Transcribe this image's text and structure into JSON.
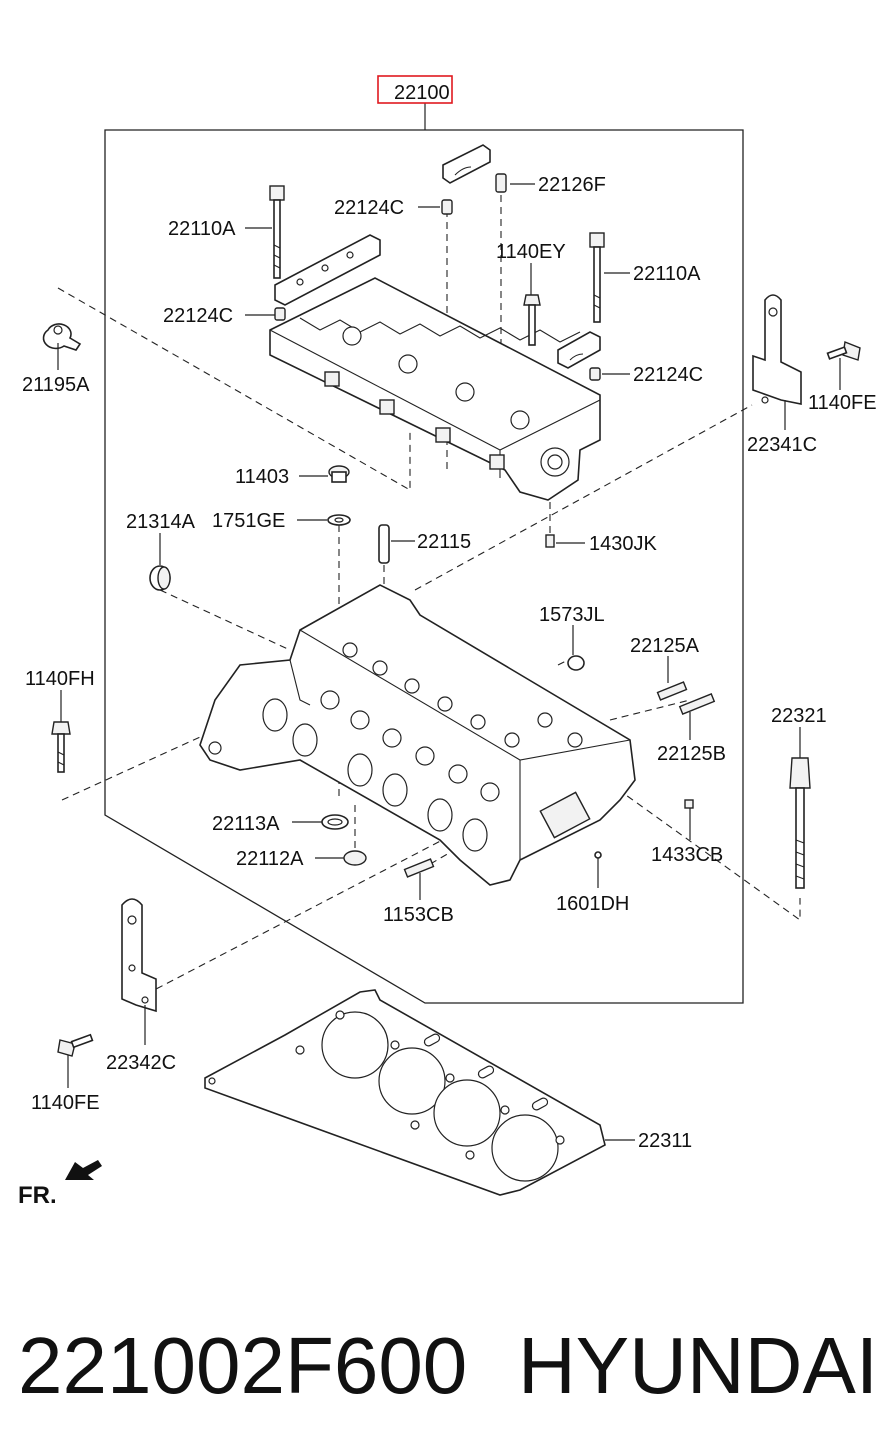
{
  "labels": {
    "l22100": "22100",
    "l22126F": "22126F",
    "l22124C_a": "22124C",
    "l22110A_a": "22110A",
    "l1140EY": "1140EY",
    "l22110A_b": "22110A",
    "l22124C_b": "22124C",
    "l21195A": "21195A",
    "l22124C_c": "22124C",
    "l1140FE_a": "1140FE",
    "l22341C": "22341C",
    "l11403": "11403",
    "l21314A": "21314A",
    "l1751GE": "1751GE",
    "l22115": "22115",
    "l1430JK": "1430JK",
    "l1573JL": "1573JL",
    "l22125A": "22125A",
    "l1140FH": "1140FH",
    "l22321": "22321",
    "l22125B": "22125B",
    "l22113A": "22113A",
    "l1433CB": "1433CB",
    "l22112A": "22112A",
    "l1153CB": "1153CB",
    "l1601DH": "1601DH",
    "l22342C": "22342C",
    "l1140FE_b": "1140FE",
    "l22311": "22311",
    "fr": "FR."
  },
  "footer": {
    "part_number": "221002F600",
    "brand": "HYUNDAI"
  },
  "colors": {
    "highlight_box": "#e0191f",
    "ink": "#222222"
  }
}
